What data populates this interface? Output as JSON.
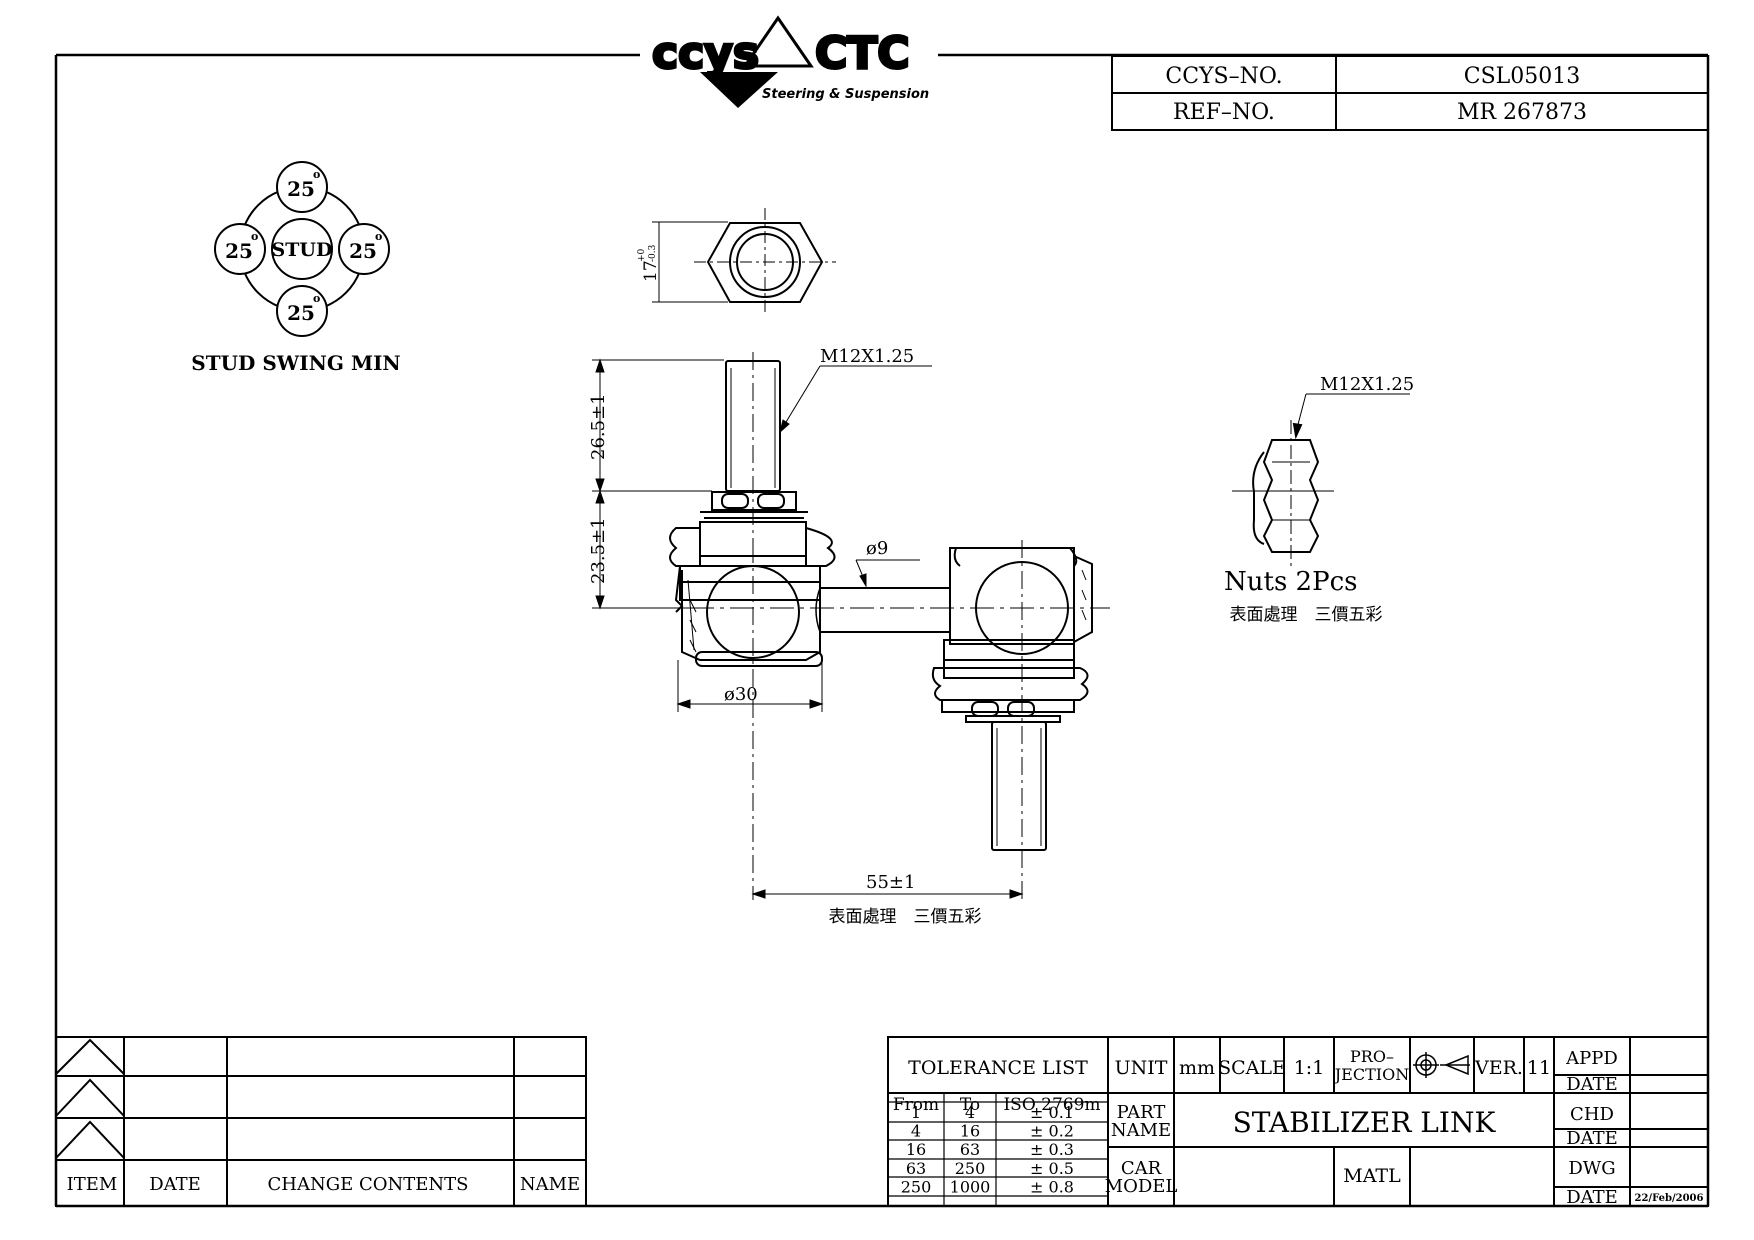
{
  "logo": {
    "text_left": "ccys",
    "text_right": "CTC",
    "tagline": "Steering & Suspension"
  },
  "header": {
    "ccys_no_label": "CCYS–NO.",
    "ccys_no_value": "CSL05013",
    "ref_no_label": "REF–NO.",
    "ref_no_value": "MR 267873"
  },
  "stud_swing": {
    "top": "25",
    "left": "25",
    "right": "25",
    "bottom": "25",
    "center": "STUD",
    "degree": "o",
    "caption": "STUD SWING MIN"
  },
  "dimensions": {
    "hex": "17",
    "hex_tol_upper": "+0",
    "hex_tol_lower": "-0.3",
    "thread_top": "M12X1.25",
    "stud_len": "26.5±1",
    "body_len": "23.5±1",
    "rod_dia": "ø9",
    "body_dia": "ø30",
    "center_dist": "55±1",
    "surface_note": "表面處理　三價五彩"
  },
  "nut": {
    "thread": "M12X1.25",
    "title": "Nuts  2Pcs",
    "note": "表面處理　三價五彩"
  },
  "revision_table": {
    "headers": [
      "ITEM",
      "DATE",
      "CHANGE  CONTENTS",
      "NAME"
    ]
  },
  "title_block": {
    "tolerance_title": "TOLERANCE  LIST",
    "tolerance_headers": [
      "From",
      "To",
      "ISO  2769m"
    ],
    "tolerance_rows": [
      [
        "1",
        "4",
        "±  0.1"
      ],
      [
        "4",
        "16",
        "±  0.2"
      ],
      [
        "16",
        "63",
        "±  0.3"
      ],
      [
        "63",
        "250",
        "±  0.5"
      ],
      [
        "250",
        "1000",
        "±  0.8"
      ]
    ],
    "unit_label": "UNIT",
    "unit_value": "mm",
    "scale_label": "SCALE",
    "scale_value": "1:1",
    "projection_line1": "PRO–",
    "projection_line2": "JECTION",
    "ver_label": "VER.",
    "ver_value": "11",
    "part_name_line1": "PART",
    "part_name_line2": "NAME",
    "part_name_value": "STABILIZER  LINK",
    "car_model_line1": "CAR",
    "car_model_line2": "MODEL",
    "matl_label": "MATL",
    "appd_label": "APPD",
    "chd_label": "CHD",
    "dwg_label": "DWG",
    "date_label": "DATE",
    "dwg_date": "22/Feb/2006"
  }
}
